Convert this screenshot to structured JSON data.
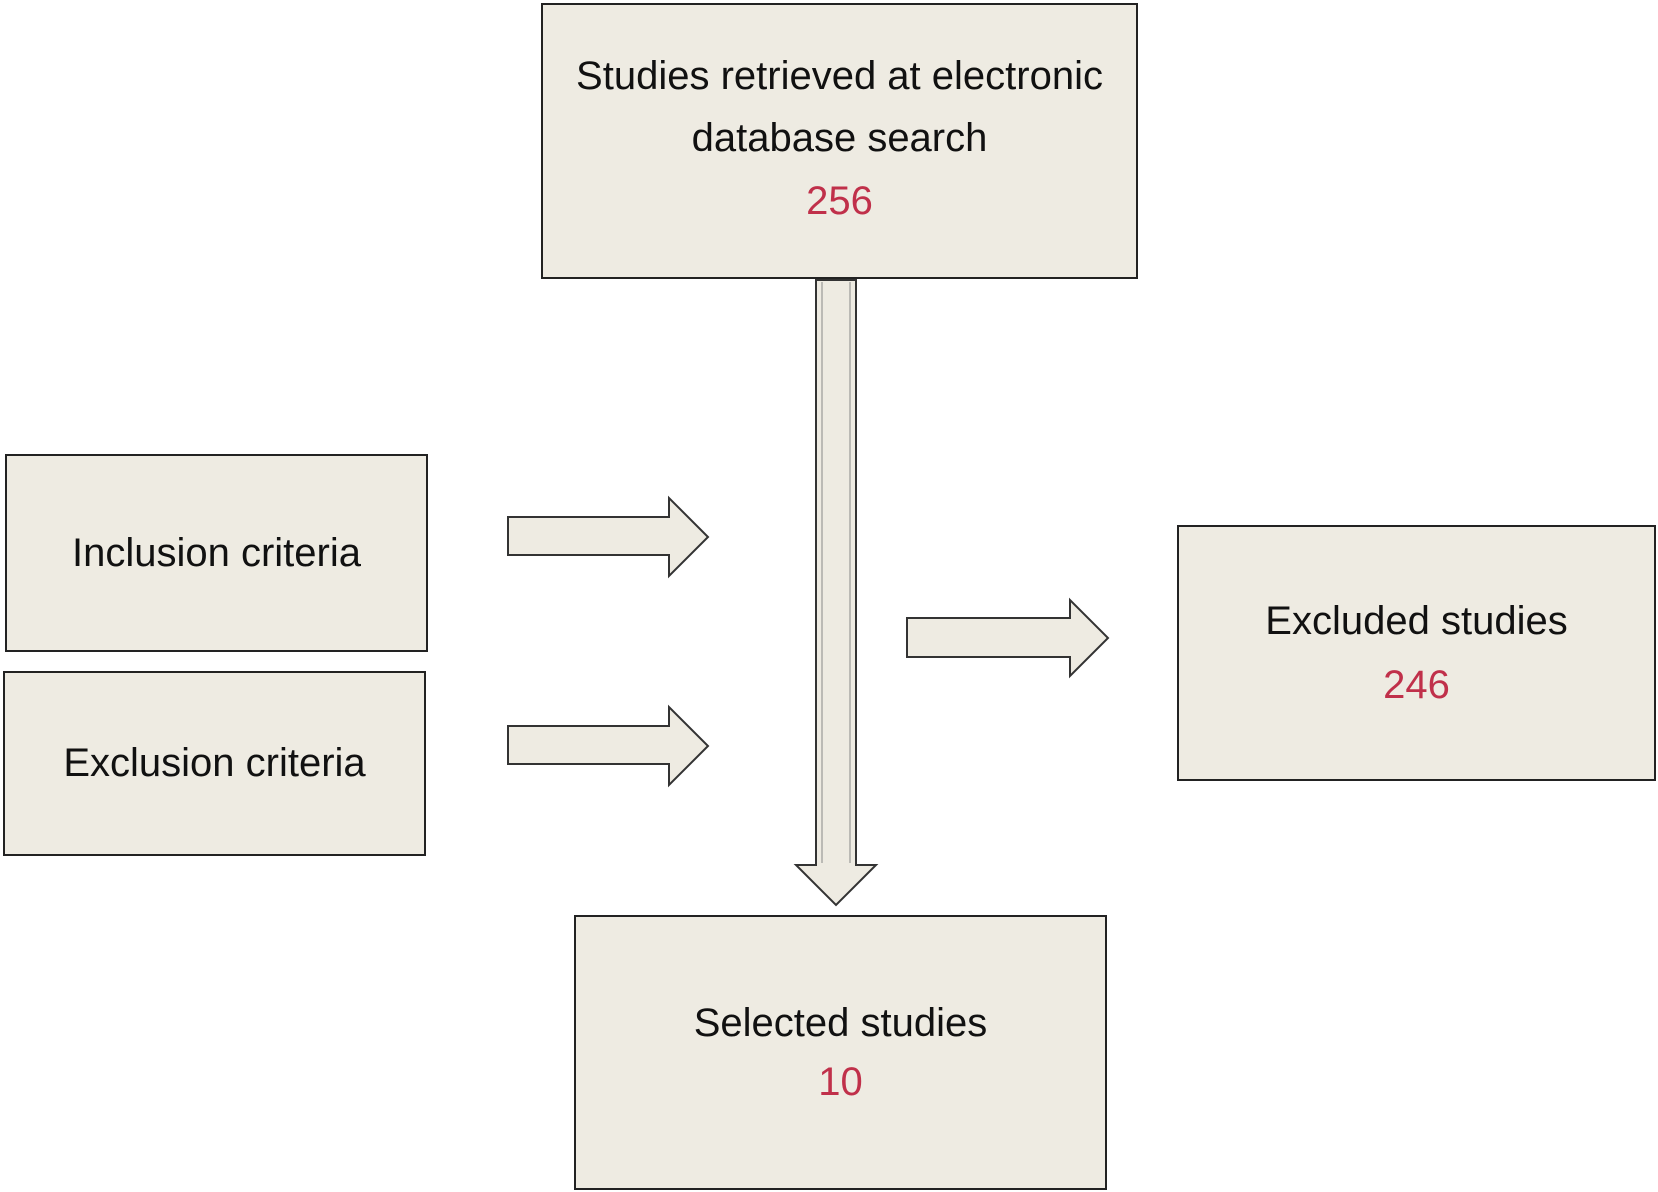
{
  "colors": {
    "box_fill": "#eeebe2",
    "box_border": "#222222",
    "text": "#111111",
    "count_text": "#c0304a",
    "arrow_fill": "#eeebe2",
    "arrow_stroke": "#333333"
  },
  "retrieved": {
    "label_line1": "Studies retrieved at electronic",
    "label_line2": "database search",
    "count": "256"
  },
  "inclusion": {
    "label": "Inclusion criteria"
  },
  "exclusion": {
    "label": "Exclusion criteria"
  },
  "excluded": {
    "label": "Excluded studies",
    "count": "246"
  },
  "selected": {
    "label": "Selected studies",
    "count": "10"
  }
}
